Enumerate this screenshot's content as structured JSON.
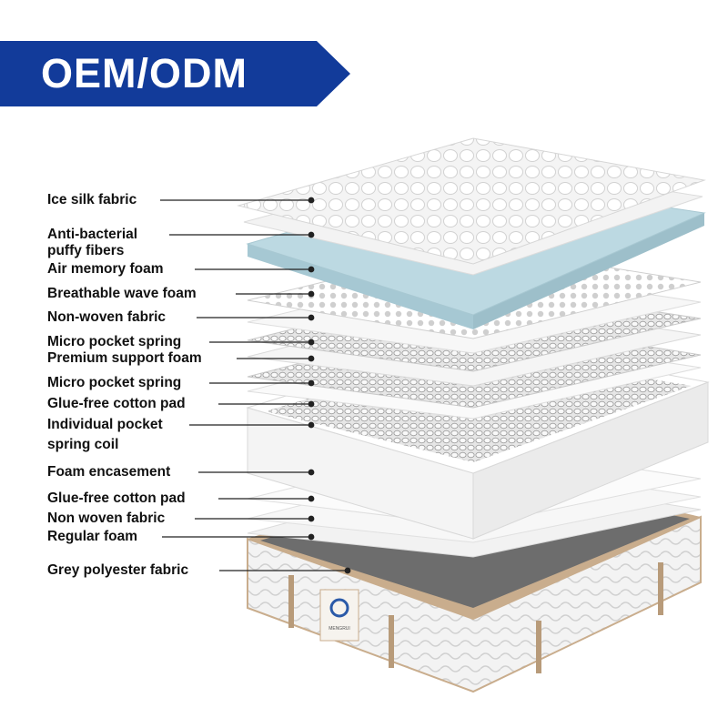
{
  "banner": {
    "title": "OEM/ODM",
    "color": "#123b9a"
  },
  "logo": {
    "text": "MENGRUI"
  },
  "labels": [
    {
      "text": "Ice silk fabric"
    },
    {
      "text": "Anti-bacterial"
    },
    {
      "text": "puffy fibers"
    },
    {
      "text": "Air memory foam"
    },
    {
      "text": "Breathable wave foam"
    },
    {
      "text": "Non-woven fabric"
    },
    {
      "text": "Micro pocket spring"
    },
    {
      "text": "Premium support foam"
    },
    {
      "text": "Micro pocket spring"
    },
    {
      "text": "Glue-free cotton pad"
    },
    {
      "text": "Individual pocket"
    },
    {
      "text": "spring coil"
    },
    {
      "text": "Foam encasement"
    },
    {
      "text": "Glue-free cotton pad"
    },
    {
      "text": "Non woven fabric"
    },
    {
      "text": "Regular foam"
    },
    {
      "text": "Grey polyester fabric"
    }
  ],
  "colors": {
    "memory_foam": "#bcd9e2",
    "base_trim": "#c9ad8d",
    "grey_top": "#6d6d6d",
    "leader": "#222222"
  }
}
